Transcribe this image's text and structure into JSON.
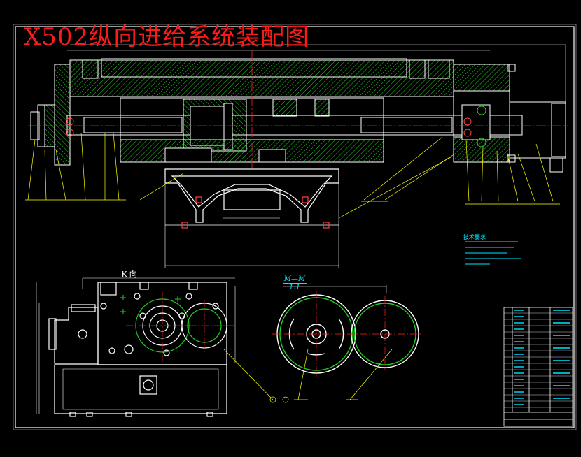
{
  "title": "X502纵向进给系统装配图",
  "view_k_label": "K 向",
  "section_m_label": "M—M",
  "section_m_scale": "1:1",
  "notes_title": "技术要求",
  "colors": {
    "background": "#000000",
    "frame": "#ffffff",
    "title": "#ff1a1a",
    "centerline": "#ff2020",
    "hatch": "#22d022",
    "leader": "#ffff00",
    "dimension": "#ffffff",
    "note_text": "#00e5ff"
  }
}
